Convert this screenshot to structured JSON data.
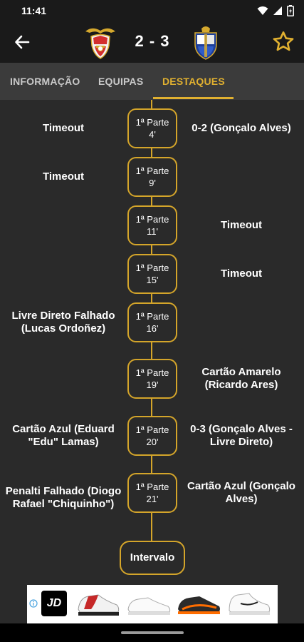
{
  "status_bar": {
    "time": "11:41"
  },
  "match": {
    "score": "2 - 3"
  },
  "tabs": [
    {
      "label": "INFORMAÇÃO",
      "active": false
    },
    {
      "label": "EQUIPAS",
      "active": false
    },
    {
      "label": "DESTAQUES",
      "active": true
    }
  ],
  "events": [
    {
      "period": "1ª Parte",
      "minute": "4'",
      "left": "Timeout",
      "right": "0-2 (Gonçalo Alves)"
    },
    {
      "period": "1ª Parte",
      "minute": "9'",
      "left": "Timeout",
      "right": ""
    },
    {
      "period": "1ª Parte",
      "minute": "11'",
      "left": "",
      "right": "Timeout"
    },
    {
      "period": "1ª Parte",
      "minute": "15'",
      "left": "",
      "right": "Timeout"
    },
    {
      "period": "1ª Parte",
      "minute": "16'",
      "left": "Livre Direto Falhado (Lucas Ordoñez)",
      "right": ""
    },
    {
      "period": "1ª Parte",
      "minute": "19'",
      "left": "",
      "right": "Cartão Amarelo (Ricardo Ares)"
    },
    {
      "period": "1ª Parte",
      "minute": "20'",
      "left": "Cartão Azul (Eduard \"Edu\" Lamas)",
      "right": "0-3 (Gonçalo Alves - Livre Direto)"
    },
    {
      "period": "1ª Parte",
      "minute": "21'",
      "left": "Penalti Falhado (Diogo Rafael \"Chiquinho\")",
      "right": "Cartão Azul (Gonçalo Alves)"
    }
  ],
  "interval_label": "Intervalo",
  "ad": {
    "brand": "JD"
  },
  "colors": {
    "accent": "#d4a52a",
    "tab_active": "#e0b030",
    "background": "#2a2a2a",
    "header": "#1a1a1a",
    "tabbar": "#3b3b3b"
  },
  "icons": [
    "back-arrow-icon",
    "star-outline-icon",
    "wifi-icon",
    "signal-icon",
    "battery-icon",
    "ad-info-icon"
  ]
}
